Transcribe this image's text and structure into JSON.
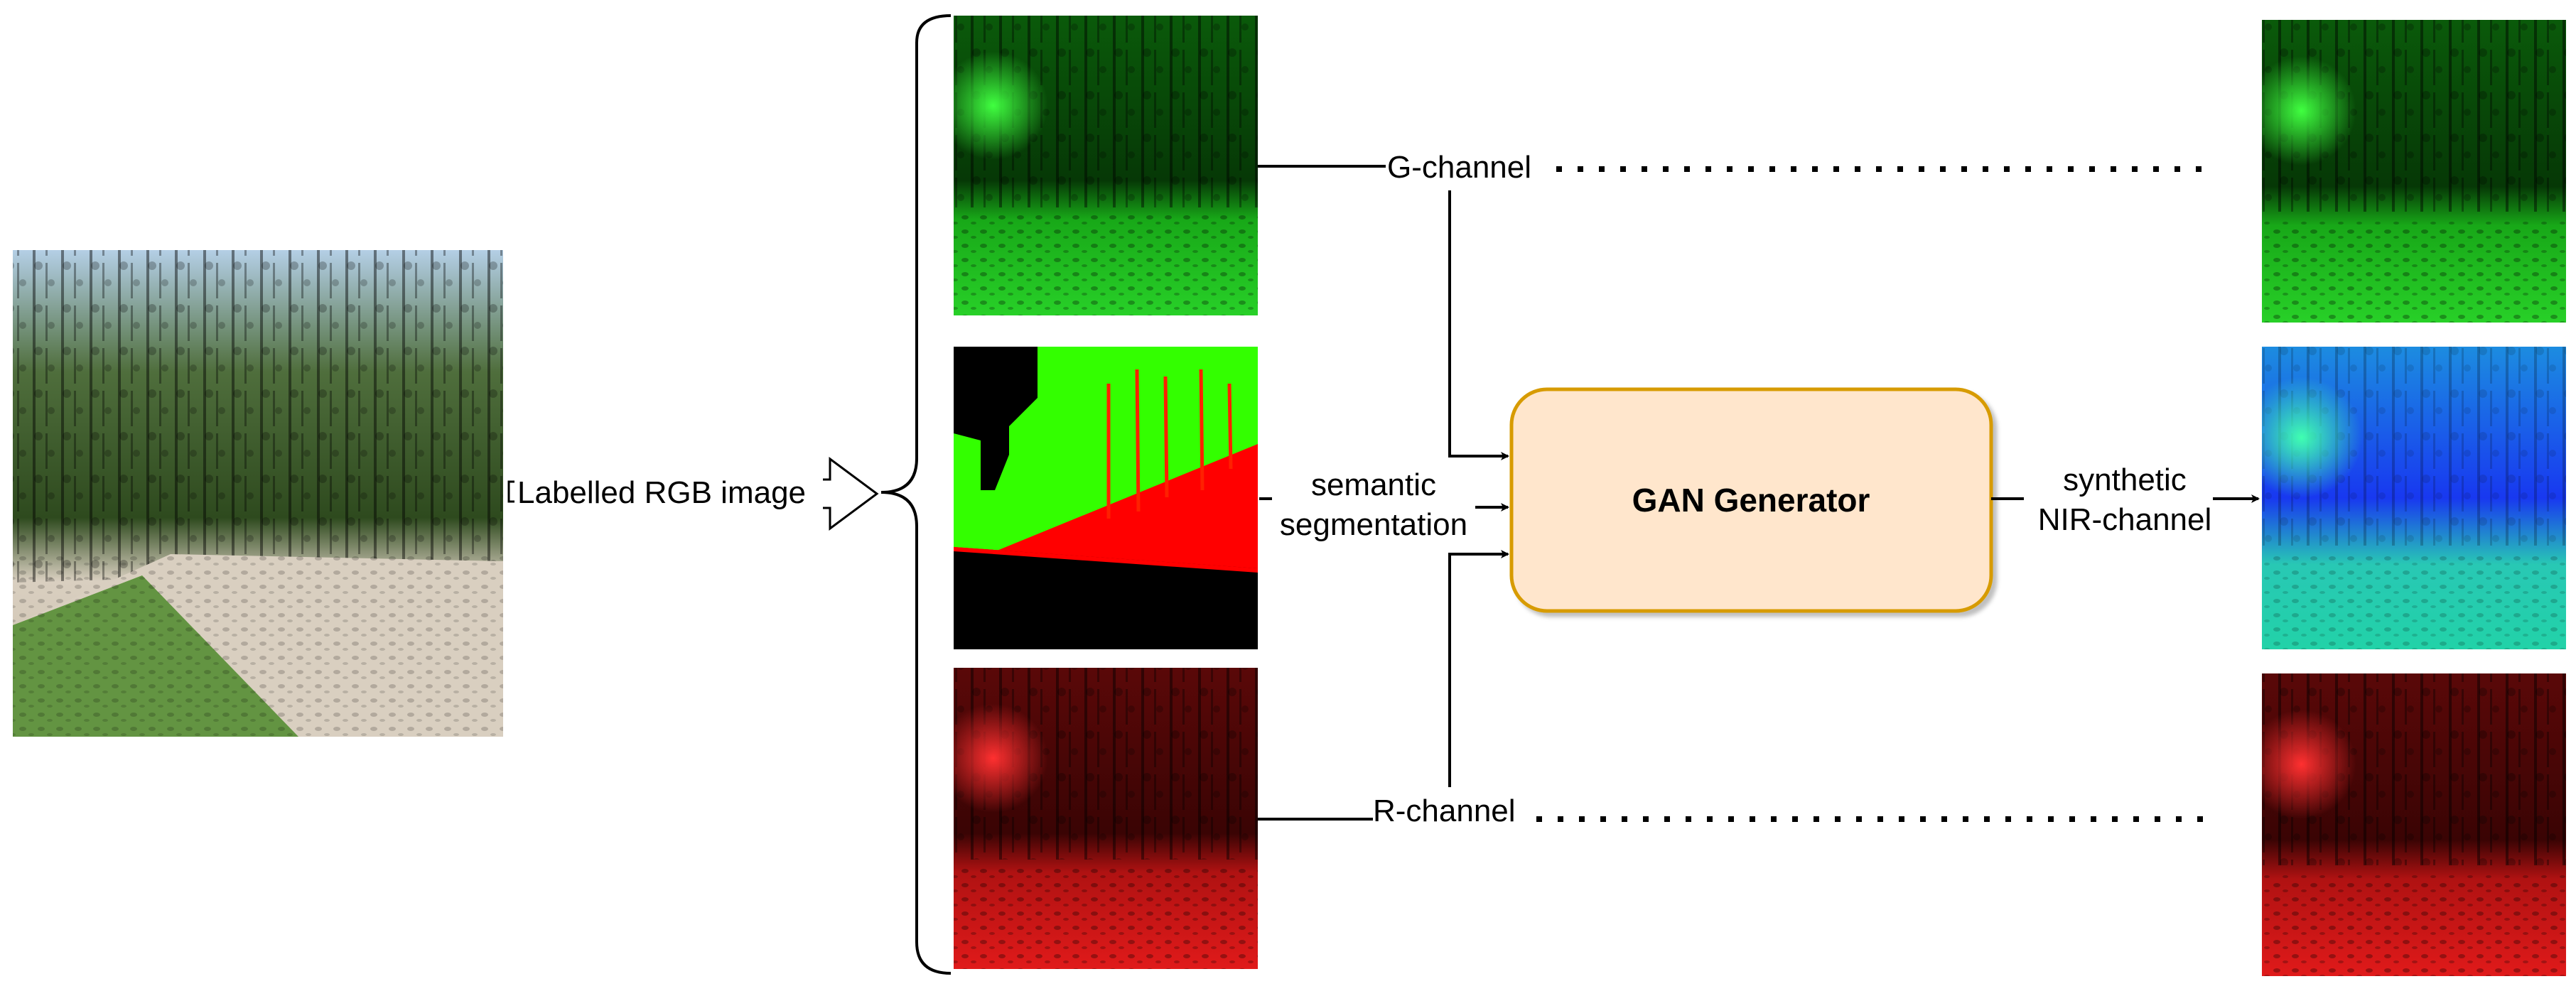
{
  "input_label": "Labelled RGB image",
  "labels": {
    "g_channel": "G-channel",
    "semantic_line1": "semantic",
    "semantic_line2": "segmentation",
    "r_channel": "R-channel",
    "synthetic_line1": "synthetic",
    "nir_line2": "NIR-channel"
  },
  "gan": {
    "label": "GAN Generator",
    "fill": "#FFE6CC",
    "stroke": "#D79B00"
  },
  "colors": {
    "line": "#000000",
    "green_channel": "#00C800",
    "red_channel": "#C80000",
    "seg_vegetation": "#33FF00",
    "seg_ground": "#FF0000",
    "seg_background": "#000000",
    "nir_blue": "#1A3CFF",
    "nir_cyan": "#20D2A0",
    "sky": "#B4CFE6",
    "path": "#D9CFC0",
    "foliage": "#2E4A1E"
  },
  "images": [
    {
      "name": "labelled-rgb-image",
      "kind": "rgb"
    },
    {
      "name": "g-channel-image",
      "kind": "green"
    },
    {
      "name": "semantic-segmentation-image",
      "kind": "segmentation"
    },
    {
      "name": "r-channel-image",
      "kind": "red"
    },
    {
      "name": "output-g-channel-image",
      "kind": "green"
    },
    {
      "name": "synthetic-nir-channel-image",
      "kind": "nir"
    },
    {
      "name": "output-r-channel-image",
      "kind": "red"
    }
  ]
}
